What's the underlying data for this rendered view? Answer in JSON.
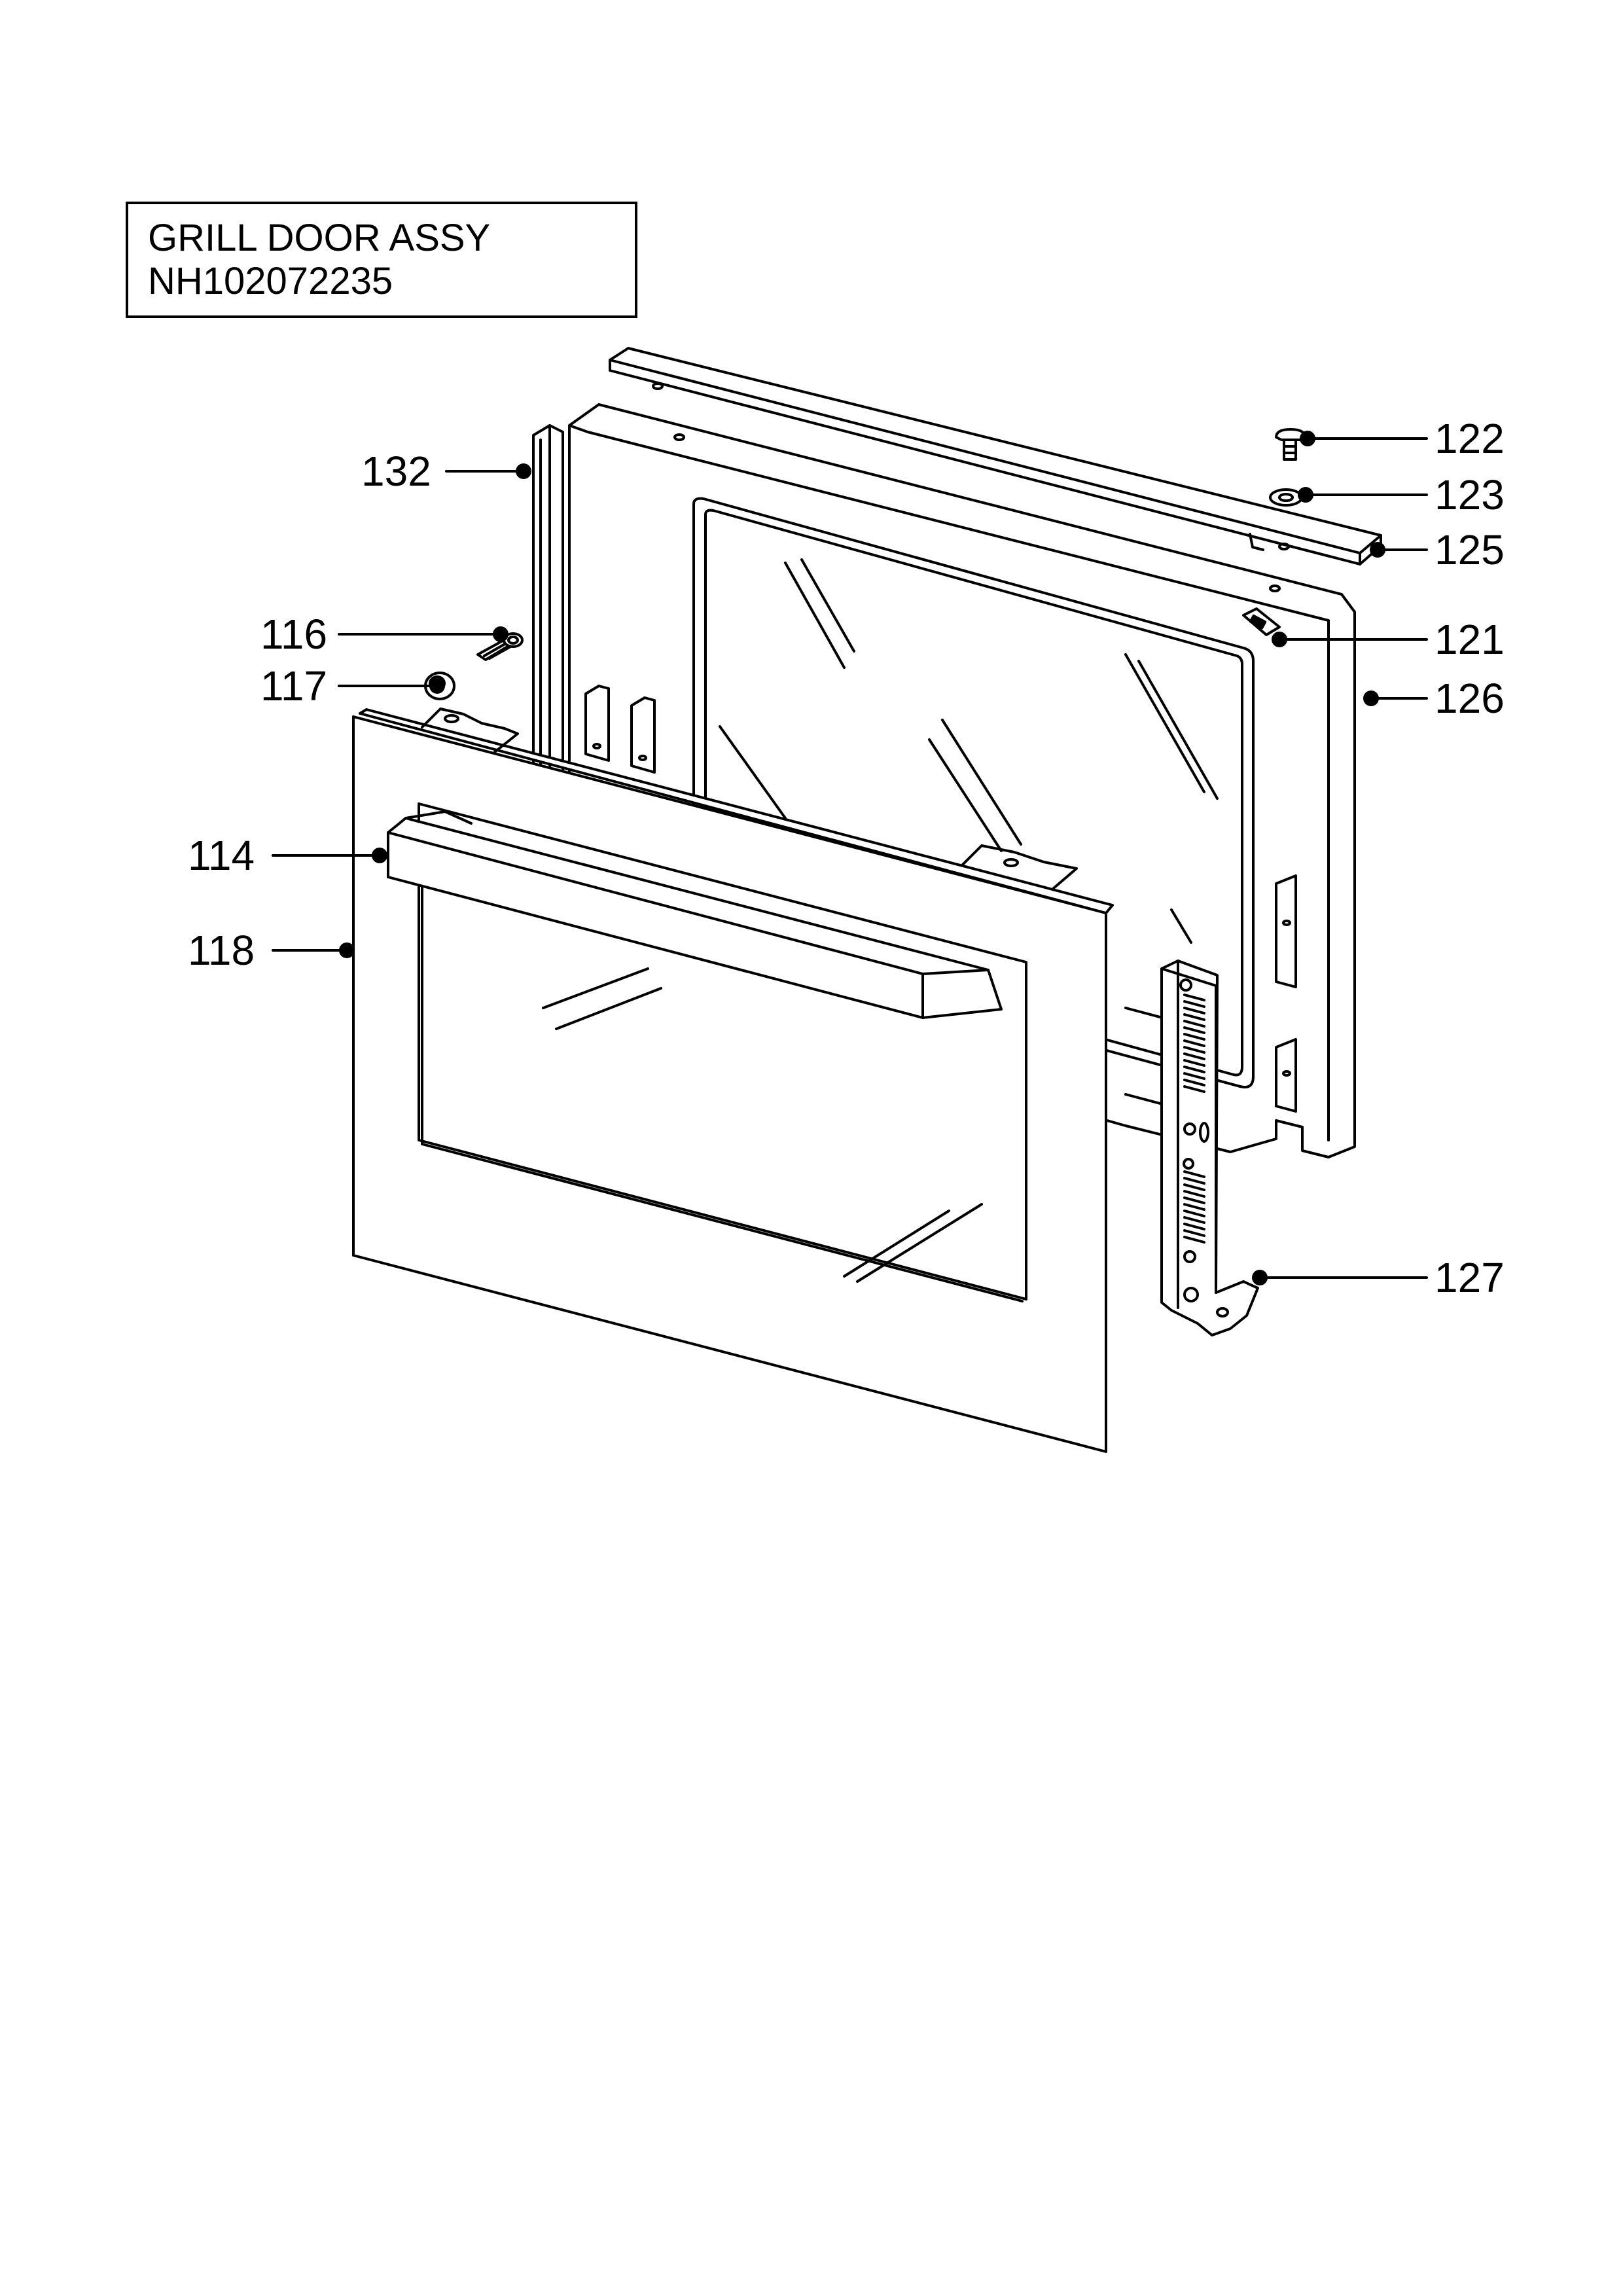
{
  "title_block": {
    "line1": "GRILL DOOR ASSY",
    "line2": "NH102072235"
  },
  "callouts": [
    {
      "id": "c132",
      "number": "132"
    },
    {
      "id": "c116",
      "number": "116"
    },
    {
      "id": "c117",
      "number": "117"
    },
    {
      "id": "c114",
      "number": "114"
    },
    {
      "id": "c118",
      "number": "118"
    },
    {
      "id": "c122",
      "number": "122"
    },
    {
      "id": "c123",
      "number": "123"
    },
    {
      "id": "c125",
      "number": "125"
    },
    {
      "id": "c121",
      "number": "121"
    },
    {
      "id": "c126",
      "number": "126"
    },
    {
      "id": "c127",
      "number": "127"
    }
  ],
  "colors": {
    "ink": "#000000",
    "paper": "#ffffff"
  }
}
